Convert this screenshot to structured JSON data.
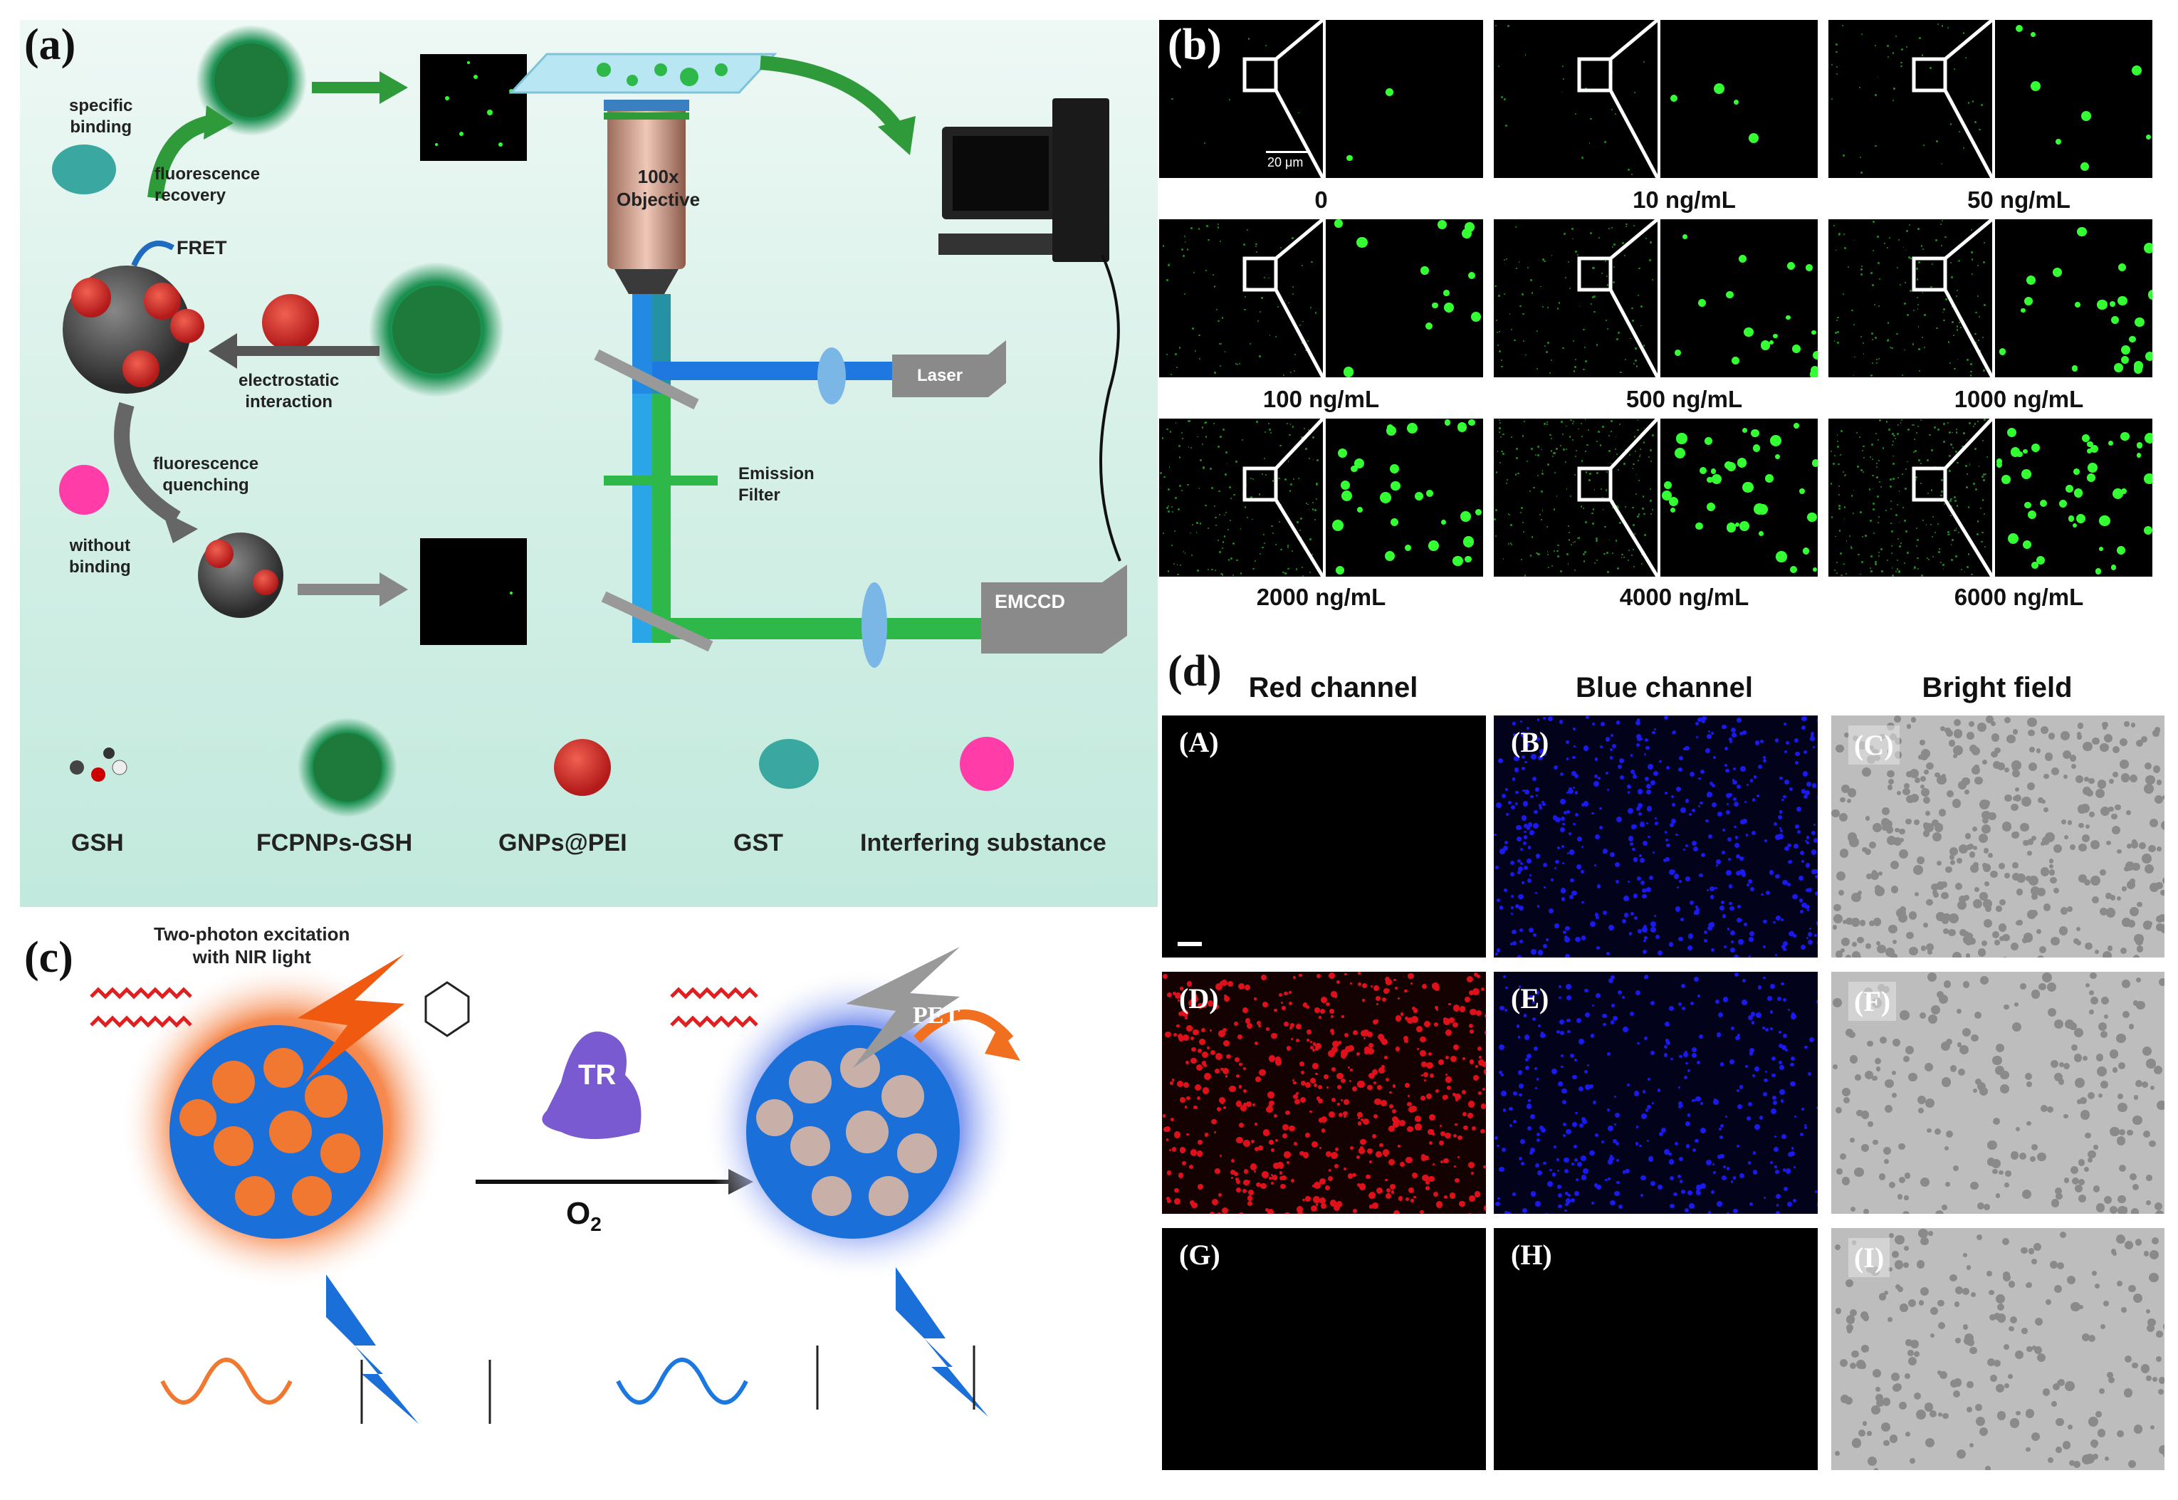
{
  "panel_a": {
    "letter": "(a)",
    "specific_binding": [
      "specific",
      "binding"
    ],
    "fluorescence_recovery": [
      "fluorescence",
      "recovery"
    ],
    "fret": "FRET",
    "electrostatic": [
      "electrostatic",
      "interaction"
    ],
    "fluorescence_quenching": [
      "fluorescence",
      "quenching"
    ],
    "without_binding": [
      "without",
      "binding"
    ],
    "objective": [
      "100x",
      "Objective"
    ],
    "laser": "Laser",
    "emission_filter": [
      "Emission",
      "Filter"
    ],
    "emccd": "EMCCD",
    "legend": [
      "GSH",
      "FCPNPs-GSH",
      "GNPs@PEI",
      "GST",
      "Interfering substance"
    ]
  },
  "panel_b": {
    "letter": "(b)",
    "scale_bar": "20 μm",
    "captions": [
      "0",
      "10 ng/mL",
      "50 ng/mL",
      "100 ng/mL",
      "500 ng/mL",
      "1000 ng/mL",
      "2000 ng/mL",
      "4000 ng/mL",
      "6000 ng/mL"
    ]
  },
  "panel_c": {
    "letter": "(c)",
    "excitation": [
      "Two-photon excitation",
      "with NIR light"
    ],
    "enzyme": "TR",
    "oxygen": "O",
    "oxygen_sub": "2",
    "pet": "PET"
  },
  "panel_d": {
    "letter": "(d)",
    "headers": [
      "Red channel",
      "Blue channel",
      "Bright field"
    ],
    "sublabels": [
      "(A)",
      "(B)",
      "(C)",
      "(D)",
      "(E)",
      "(F)",
      "(G)",
      "(H)",
      "(I)"
    ]
  },
  "colors": {
    "green_dot": "#33ff33",
    "red_dot": "#e0101a",
    "blue_dot": "#1a1aee",
    "panel_a_bg": "#cdeee6",
    "orange": "#f07830",
    "blue_polymer": "#1a78e0"
  }
}
